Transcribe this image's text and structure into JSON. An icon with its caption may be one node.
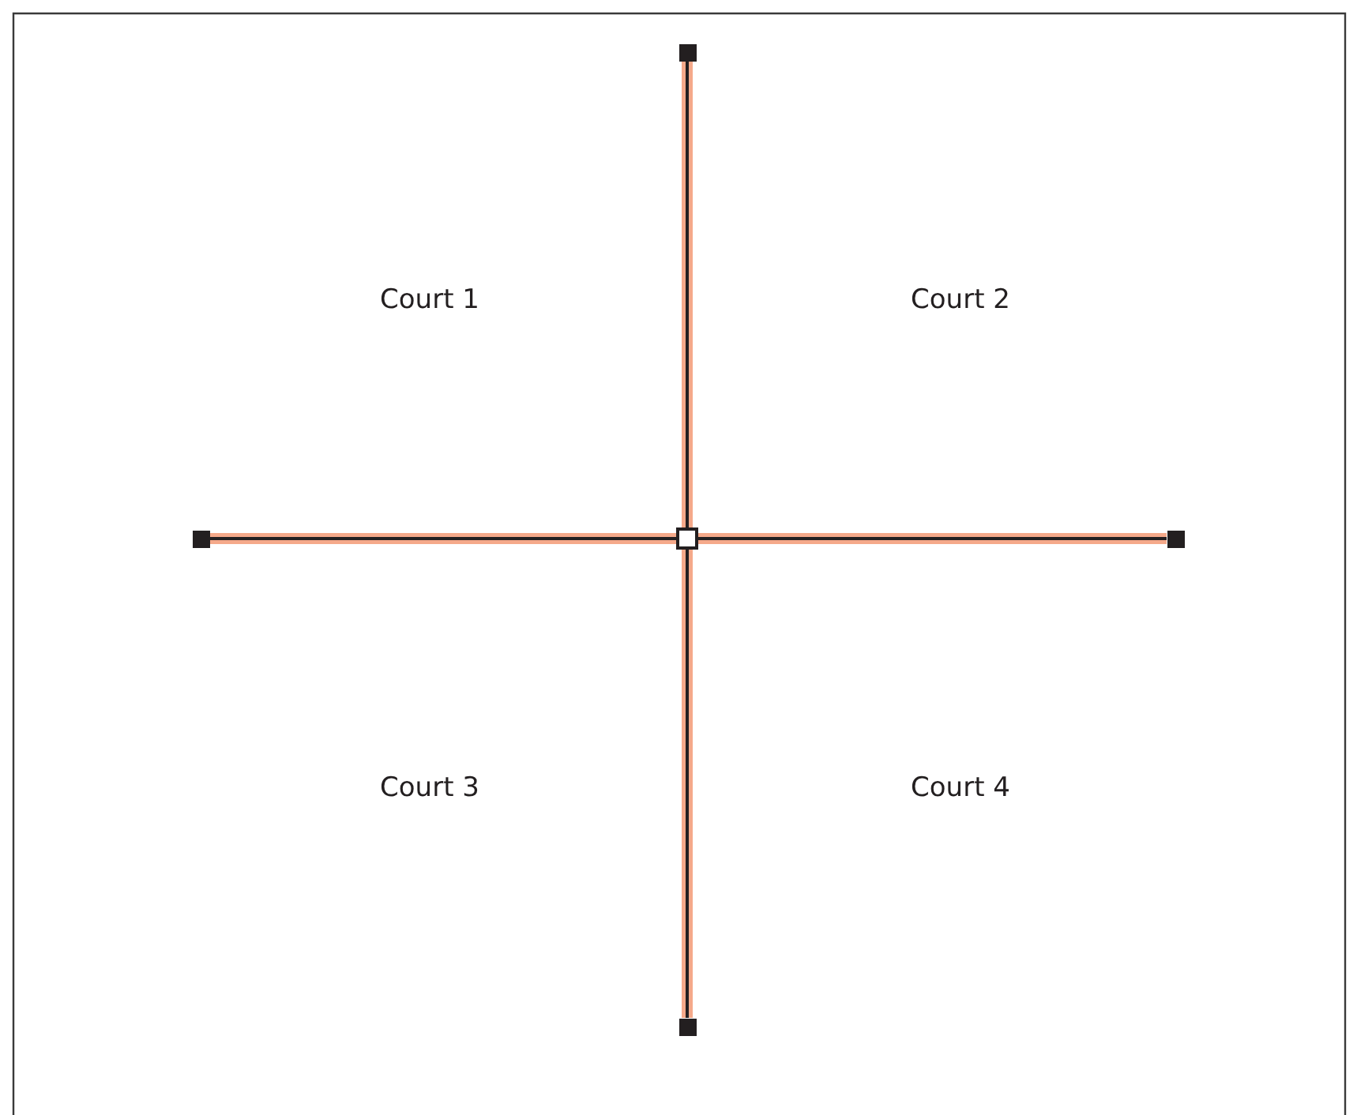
{
  "diagram": {
    "nodes": [
      {
        "text": [],
        "shape": "box"
      },
      {
        "text": [],
        "shape": "box"
      },
      {
        "text": [],
        "shape": "box"
      },
      {
        "text": [],
        "shape": "box"
      },
      {
        "text": [],
        "shape": "box"
      }
    ],
    "edges": [
      {
        "from": 2,
        "to": 0,
        "arrow": "none"
      },
      {
        "from": 2,
        "to": 1,
        "arrow": "none"
      },
      {
        "from": 2,
        "to": 3,
        "arrow": "none"
      },
      {
        "from": 2,
        "to": 4,
        "arrow": "none"
      }
    ],
    "labels": [
      "Court 1",
      "Court 2",
      "Court 3",
      "Court 4"
    ]
  }
}
